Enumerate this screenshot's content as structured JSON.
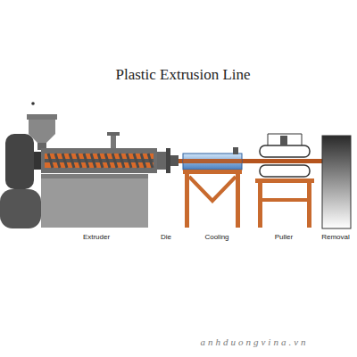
{
  "diagram": {
    "title": "Plastic Extrusion Line",
    "labels": [
      "Extruder",
      "Die",
      "Cooling",
      "Puller",
      "Removal",
      "anhduongvina.vn"
    ]
  }
}
